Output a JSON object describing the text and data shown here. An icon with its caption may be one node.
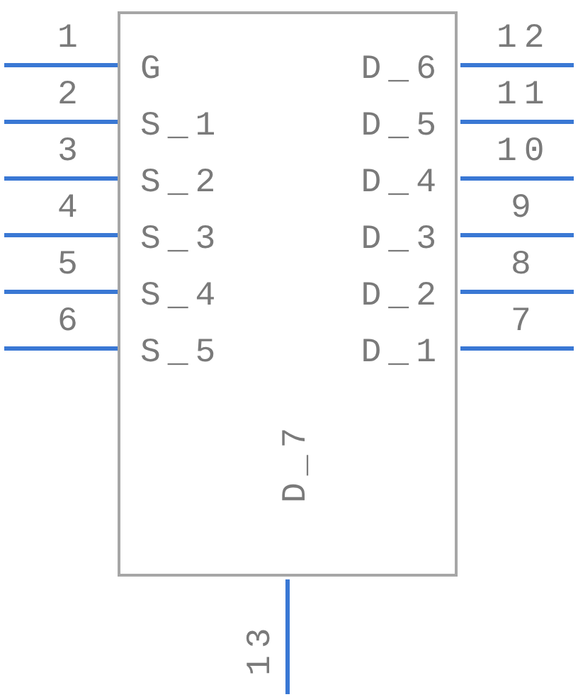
{
  "diagram": {
    "nodes": [
      {
        "text": [
          "G",
          "S_1",
          "S_2",
          "S_3",
          "S_4",
          "S_5",
          "D_6",
          "D_5",
          "D_4",
          "D_3",
          "D_2",
          "D_1",
          "D_7"
        ]
      }
    ],
    "labels": [
      "1",
      "12",
      "2",
      "11",
      "3",
      "10",
      "4",
      "9",
      "5",
      "8",
      "6",
      "7",
      "13"
    ]
  }
}
